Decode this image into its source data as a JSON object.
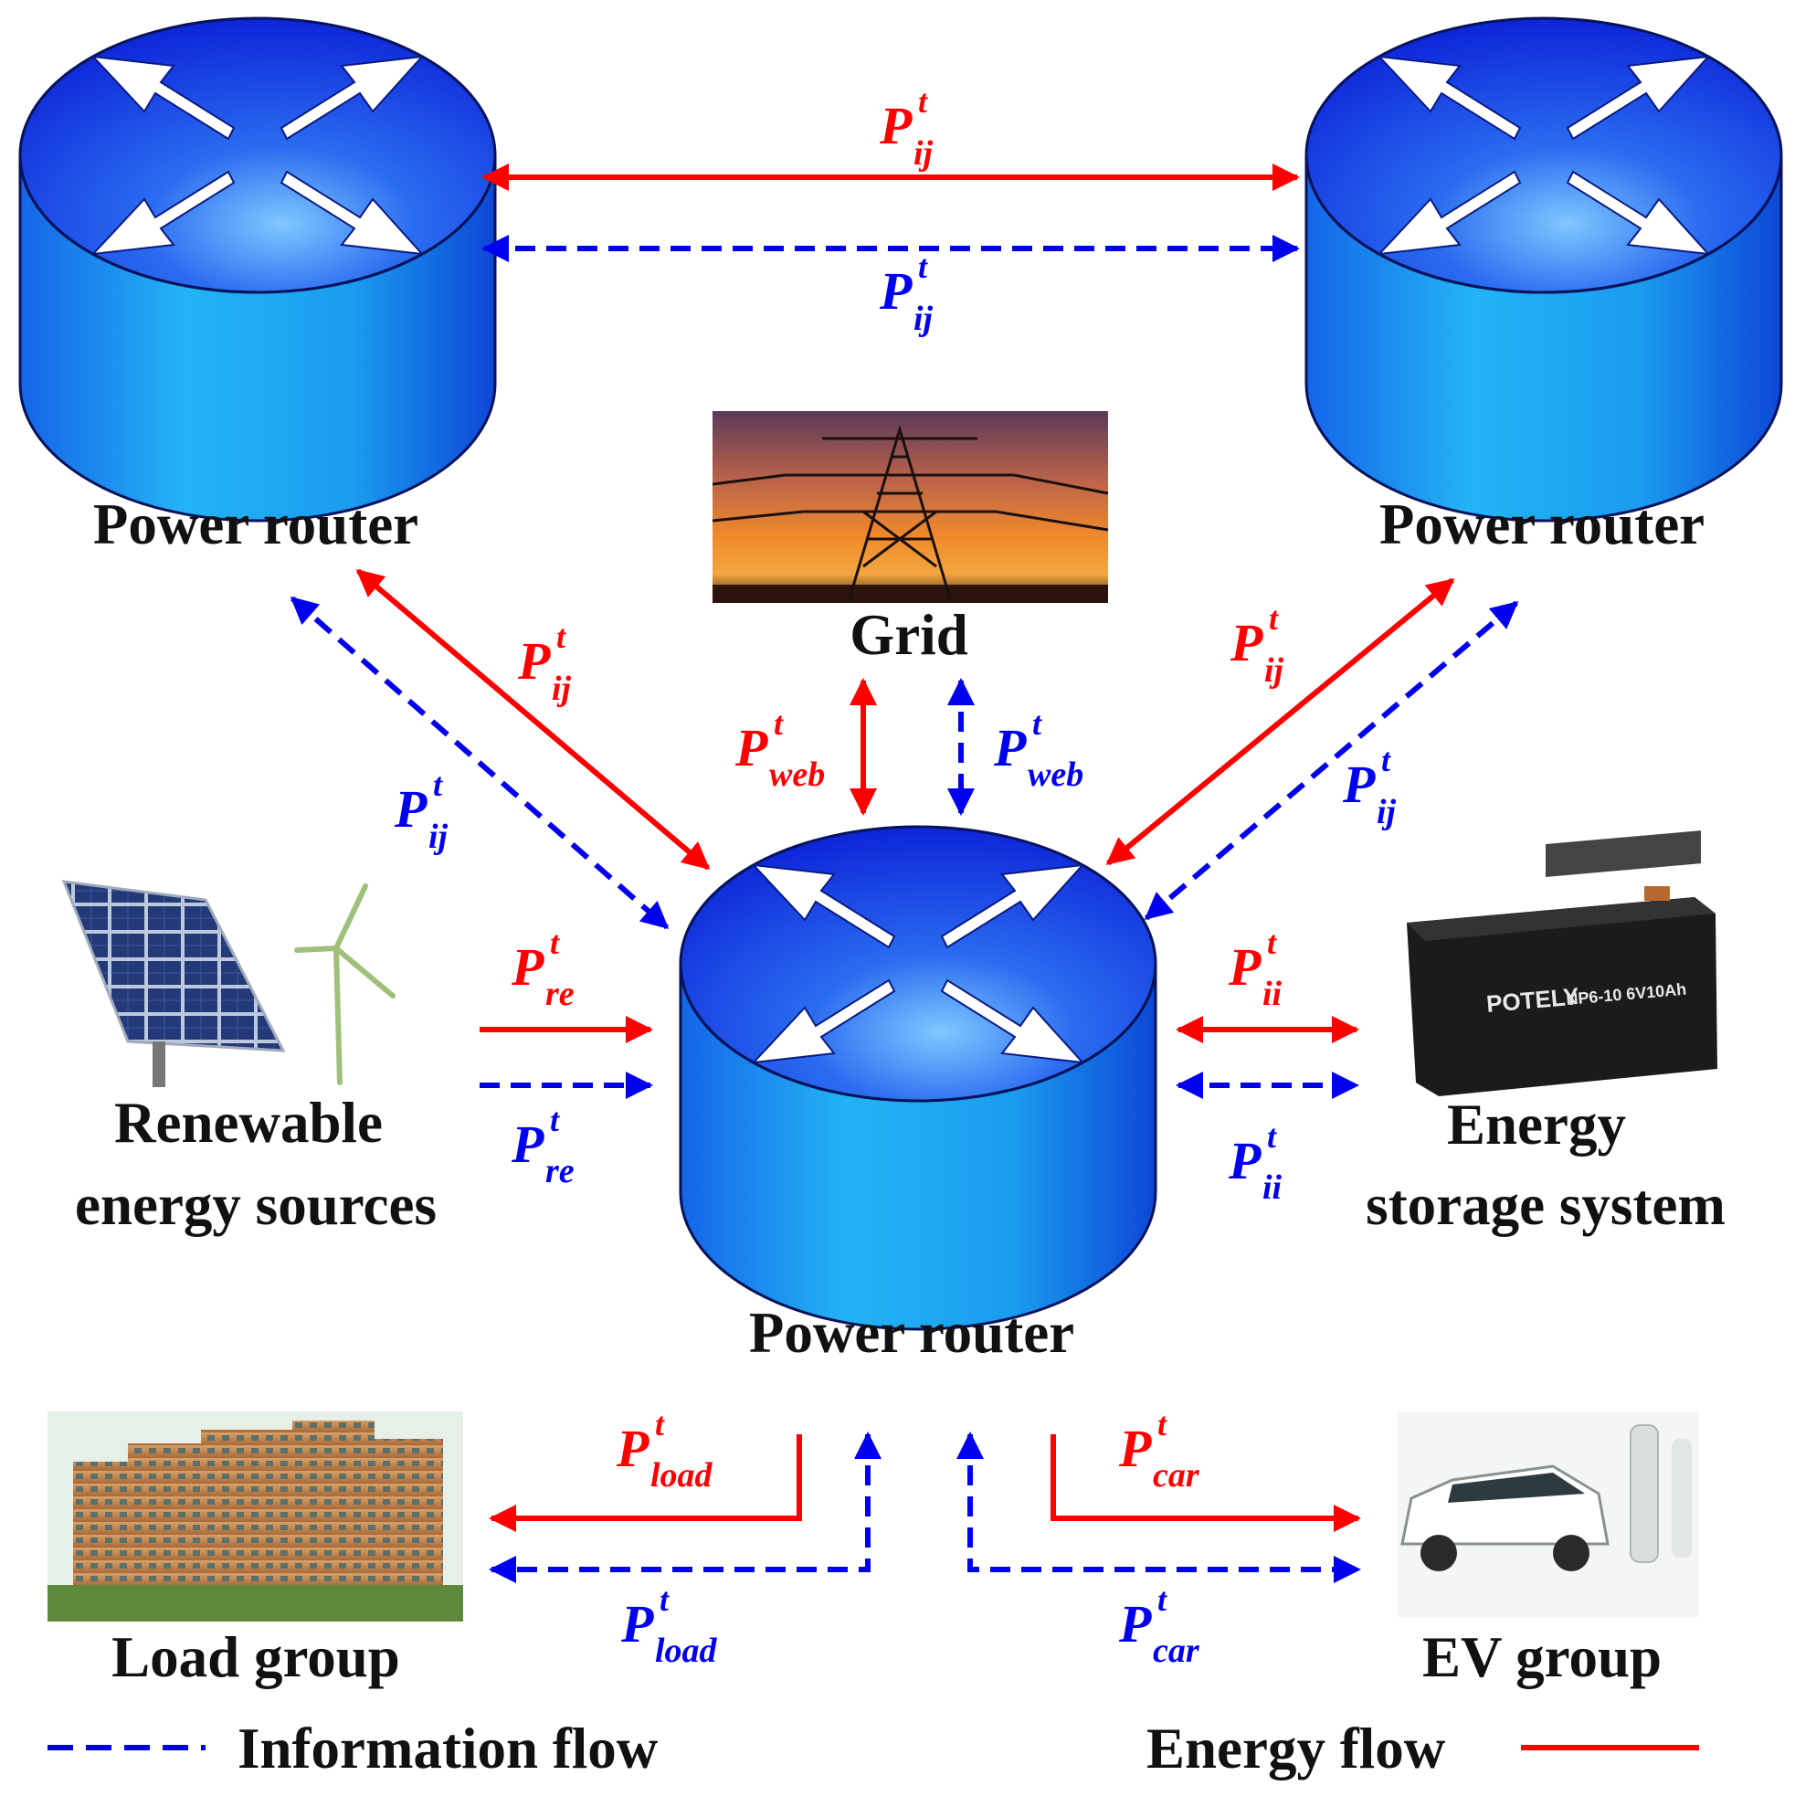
{
  "routers": {
    "top_left": {
      "label": "Power router",
      "icon": "power-router-icon"
    },
    "top_right": {
      "label": "Power router",
      "icon": "power-router-icon"
    },
    "center": {
      "label": "Power router",
      "icon": "power-router-icon"
    }
  },
  "nodes": {
    "grid": {
      "label": "Grid",
      "icon": "transmission-tower-photo"
    },
    "renewable": {
      "line1": "Renewable",
      "line2": "energy sources",
      "icon": "solar-panel-wind-turbine-photo"
    },
    "storage": {
      "line1": "Energy",
      "line2": "storage system",
      "icon": "battery-photo"
    },
    "load": {
      "label": "Load group",
      "icon": "building-photo"
    },
    "ev": {
      "label": "EV group",
      "icon": "electric-car-photo"
    },
    "battery_brand": "POTELY",
    "battery_model": "NP6-10 6V10Ah"
  },
  "flows": {
    "symbol": "P",
    "time_superscript": "t",
    "top_energy_sub": "ij",
    "top_info_sub": "ij",
    "left_diag_energy_sub": "ij",
    "left_diag_info_sub": "ij",
    "right_diag_energy_sub": "ij",
    "right_diag_info_sub": "ij",
    "grid_energy_sub": "web",
    "grid_info_sub": "web",
    "renewable_energy_sub": "re",
    "renewable_info_sub": "re",
    "storage_energy_sub": "ii",
    "storage_info_sub": "ii",
    "load_energy_sub": "load",
    "load_info_sub": "load",
    "ev_energy_sub": "car",
    "ev_info_sub": "car"
  },
  "colors": {
    "energy_flow": "#ff0000",
    "information_flow": "#0000ee",
    "router_top": "#0a2ee0",
    "router_side": "#1fa6ee"
  },
  "legend": {
    "information_flow": "Information flow",
    "energy_flow": "Energy flow"
  }
}
